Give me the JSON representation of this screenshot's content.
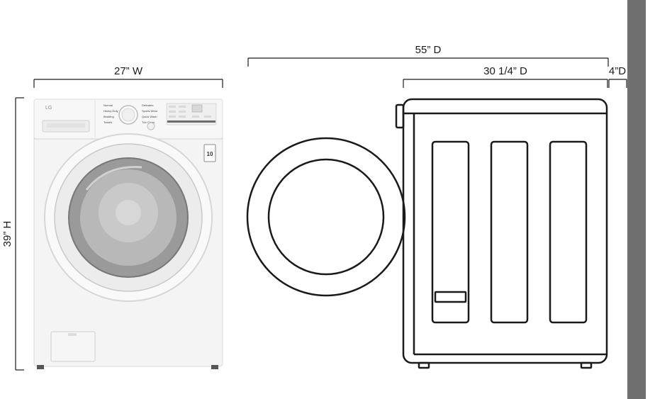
{
  "dimensions": {
    "width": "27” W",
    "height": "39” H",
    "depth_total": "55” D",
    "depth_body": "30 1/4” D",
    "depth_clearance": "4”D"
  },
  "washer_front": {
    "brand": "LG",
    "panel_labels_left": [
      "Normal",
      "Heavy Duty",
      "Bedding",
      "Towels"
    ],
    "panel_labels_right": [
      "Delicates",
      "Sports Wear",
      "Quick Wash",
      "Tub Clean"
    ],
    "badge": "10"
  },
  "colors": {
    "line": "#1a1a1a",
    "washer_body": "#f4f4f4",
    "wall": "#6f6f6f"
  }
}
